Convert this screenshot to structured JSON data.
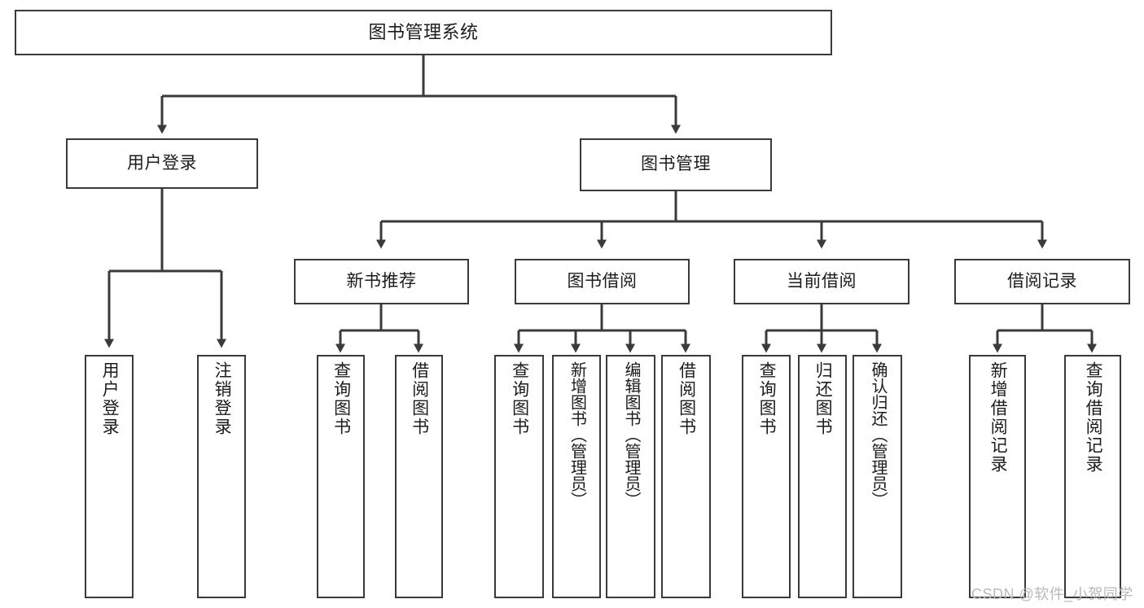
{
  "diagram": {
    "title": "图书管理系统",
    "type": "tree-hierarchy",
    "root": {
      "label": "图书管理系统"
    },
    "level1": [
      {
        "label": "用户登录"
      },
      {
        "label": "图书管理"
      }
    ],
    "level2": [
      {
        "label": "新书推荐"
      },
      {
        "label": "图书借阅"
      },
      {
        "label": "当前借阅"
      },
      {
        "label": "借阅记录"
      }
    ],
    "leaves": {
      "user_login": [
        {
          "label": "用户登录"
        },
        {
          "label": "注销登录"
        }
      ],
      "new_book_recommend": [
        {
          "label": "查询图书"
        },
        {
          "label": "借阅图书"
        }
      ],
      "book_borrow": [
        {
          "label": "查询图书"
        },
        {
          "label": "新增图书（管理员）"
        },
        {
          "label": "编辑图书（管理员）"
        },
        {
          "label": "借阅图书"
        }
      ],
      "current_borrow": [
        {
          "label": "查询图书"
        },
        {
          "label": "归还图书"
        },
        {
          "label": "确认归还（管理员）"
        }
      ],
      "borrow_record": [
        {
          "label": "新增借阅记录"
        },
        {
          "label": "查询借阅记录"
        }
      ]
    }
  },
  "watermark": {
    "text": "CSDN @软件_小贺同学"
  },
  "colors": {
    "border": "#3a3a3a",
    "background": "#ffffff",
    "text": "#1c1c1c",
    "watermark": "#b9b9b9"
  }
}
